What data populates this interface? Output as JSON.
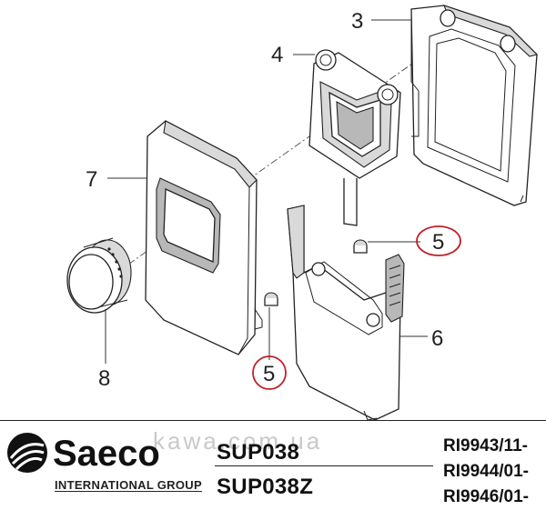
{
  "callouts": {
    "part_3": "3",
    "part_4": "4",
    "part_5a": "5",
    "part_5b": "5",
    "part_6": "6",
    "part_7": "7",
    "part_8": "8"
  },
  "colors": {
    "highlight_circle": "#c0202a",
    "linework": "#222222"
  },
  "footer": {
    "brand": "Saeco",
    "brand_subtitle": "INTERNATIONAL GROUP",
    "models": [
      "SUP038",
      "SUP038Z"
    ],
    "references": [
      "RI9943/11-",
      "RI9944/01-",
      "RI9946/01-"
    ],
    "watermark": "kawa.com.ua"
  }
}
